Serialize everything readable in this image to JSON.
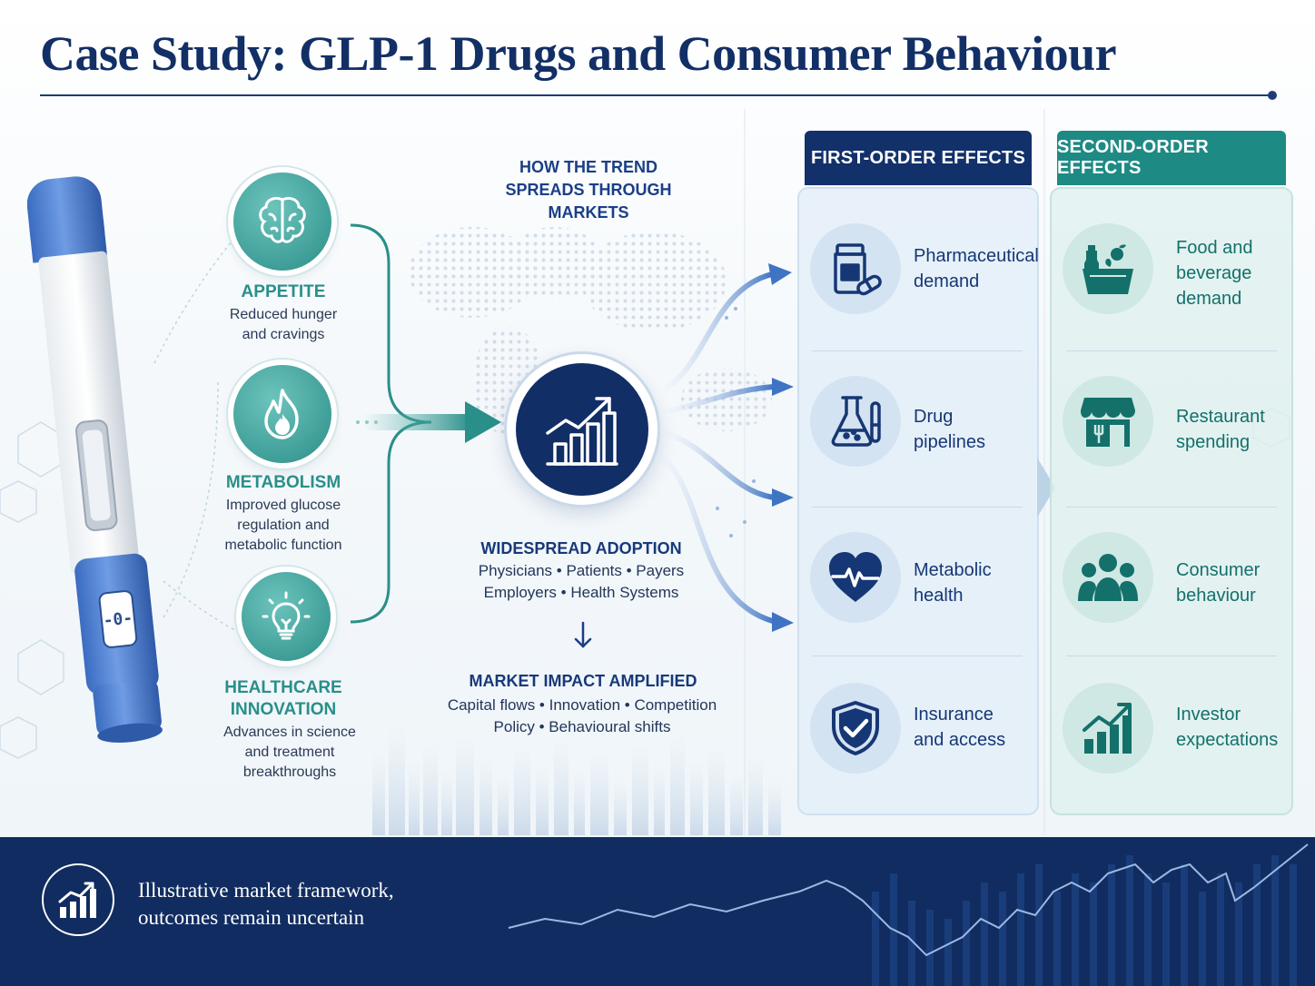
{
  "title": "Case Study: GLP-1 Drugs and Consumer Behaviour",
  "colors": {
    "navy": "#112e66",
    "teal": "#3f9e98",
    "pen_blue": "#4a7fcf",
    "panel_navy": "#12306a",
    "panel_teal": "#1e8a84"
  },
  "drivers": [
    {
      "icon": "brain-icon",
      "title": "APPETITE",
      "desc": [
        "Reduced hunger",
        "and cravings"
      ]
    },
    {
      "icon": "flame-icon",
      "title": "METABOLISM",
      "desc": [
        "Improved glucose",
        "regulation and",
        "metabolic function"
      ]
    },
    {
      "icon": "lightbulb-icon",
      "title_lines": [
        "HEALTHCARE",
        "INNOVATION"
      ],
      "desc": [
        "Advances in science",
        "and treatment",
        "breakthroughs"
      ]
    }
  ],
  "center": {
    "trend_label": [
      "HOW THE TREND",
      "SPREADS THROUGH MARKETS"
    ],
    "hub_icon": "growth-chart-icon",
    "adoption_title": "WIDESPREAD ADOPTION",
    "adoption_lines": [
      "Physicians • Patients • Payers",
      "Employers • Health Systems"
    ],
    "impact_title": "MARKET IMPACT AMPLIFIED",
    "impact_lines": [
      "Capital flows • Innovation • Competition",
      "Policy • Behavioural shifts"
    ]
  },
  "first_order": {
    "header": "FIRST-ORDER EFFECTS",
    "items": [
      {
        "icon": "pill-bottle-icon",
        "lines": [
          "Pharmaceutical",
          "demand"
        ]
      },
      {
        "icon": "flask-icon",
        "lines": [
          "Drug",
          "pipelines"
        ]
      },
      {
        "icon": "heart-pulse-icon",
        "lines": [
          "Metabolic",
          "health"
        ]
      },
      {
        "icon": "shield-check-icon",
        "lines": [
          "Insurance",
          "and access"
        ]
      }
    ]
  },
  "second_order": {
    "header": "SECOND-ORDER EFFECTS",
    "items": [
      {
        "icon": "grocery-basket-icon",
        "lines": [
          "Food and",
          "beverage",
          "demand"
        ]
      },
      {
        "icon": "storefront-icon",
        "lines": [
          "Restaurant",
          "spending"
        ]
      },
      {
        "icon": "people-icon",
        "lines": [
          "Consumer",
          "behaviour"
        ]
      },
      {
        "icon": "rising-bars-icon",
        "lines": [
          "Investor",
          "expectations"
        ]
      }
    ]
  },
  "footer": {
    "icon": "chart-growth-icon",
    "lines": [
      "Illustrative market framework,",
      "outcomes remain uncertain"
    ]
  },
  "pen": {
    "dial_label": "-0-"
  }
}
